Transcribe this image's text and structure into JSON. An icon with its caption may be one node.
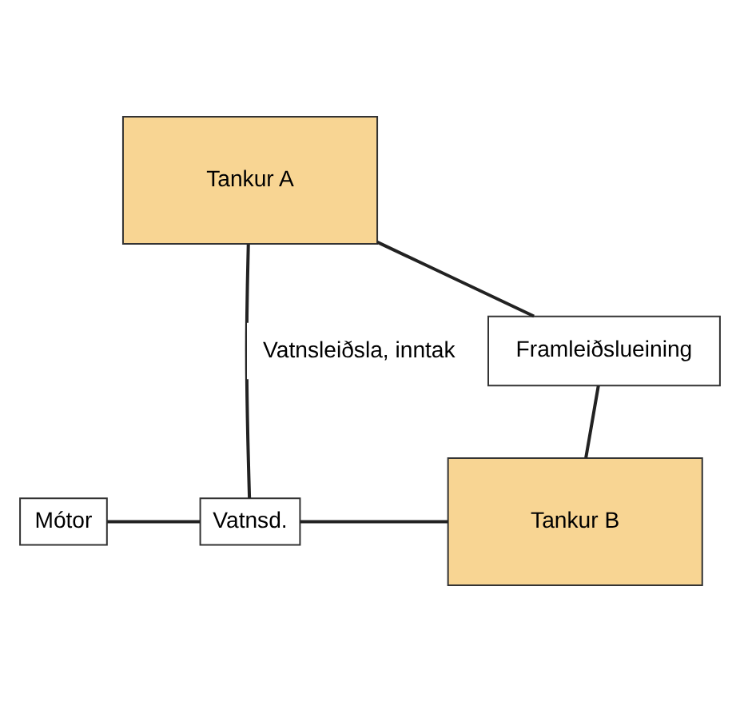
{
  "diagram": {
    "nodes": [
      {
        "text": [
          "Tankur A"
        ]
      },
      {
        "text": [
          "Framleiðslueining"
        ]
      },
      {
        "text": [
          "Tankur B"
        ]
      },
      {
        "text": [
          "Mótor"
        ]
      },
      {
        "text": [
          "Vatnsd."
        ]
      }
    ],
    "edges": [
      {
        "from": 4,
        "to": 0,
        "arrow": "none",
        "label": "Vatnsleiðsla, inntak"
      },
      {
        "from": 0,
        "to": 1,
        "arrow": "none"
      },
      {
        "from": 1,
        "to": 2,
        "arrow": "none"
      },
      {
        "from": 3,
        "to": 4,
        "arrow": "none"
      },
      {
        "from": 4,
        "to": 2,
        "arrow": "none"
      }
    ]
  }
}
